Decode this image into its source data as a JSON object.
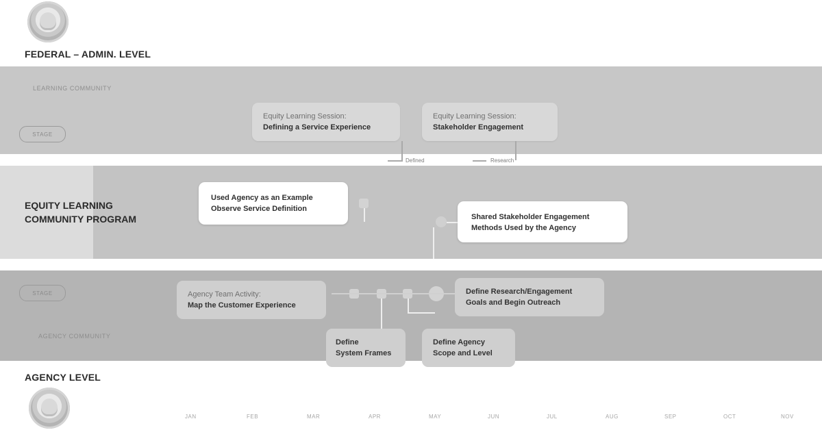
{
  "federal": {
    "label": "FEDERAL – ADMIN. LEVEL",
    "section_caption": "LEARNING COMMUNITY",
    "pill": "STAGE"
  },
  "program": {
    "title_line1": "EQUITY LEARNING",
    "title_line2": "COMMUNITY PROGRAM"
  },
  "agency": {
    "label": "AGENCY LEVEL",
    "section_caption": "AGENCY COMMUNITY",
    "pill": "STAGE"
  },
  "cards": {
    "fed_service": {
      "sub": "Equity Learning Session:",
      "main": "Defining a Service Experience"
    },
    "fed_stakeholder": {
      "sub": "Equity Learning Session:",
      "main": "Stakeholder Engagement"
    },
    "prog_example": {
      "line1": "Used Agency as an Example",
      "line2": "Observe Service Definition"
    },
    "prog_methods": {
      "line1": "Shared Stakeholder Engagement",
      "line2": "Methods Used by the Agency"
    },
    "agency_activity": {
      "sub": "Agency Team Activity:",
      "main": "Map the Customer Experience"
    },
    "agency_goals": {
      "line1": "Define Research/Engagement",
      "line2": "Goals and Begin Outreach"
    },
    "define_system": {
      "line1": "Define",
      "line2": "System Frames"
    },
    "define_scope": {
      "line1": "Define Agency",
      "line2": "Scope and Level"
    }
  },
  "connectors": {
    "left_tag": "Defined",
    "right_tag": "Research"
  },
  "timeline": {
    "ticks": [
      "JAN",
      "FEB",
      "MAR",
      "APR",
      "MAY",
      "JUN",
      "JUL",
      "AUG",
      "SEP",
      "OCT",
      "NOV"
    ]
  }
}
